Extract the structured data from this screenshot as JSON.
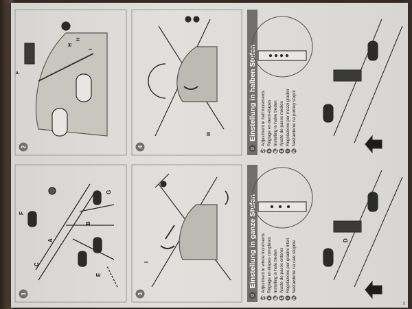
{
  "panels": [
    {
      "number": "1",
      "labels": [
        "C",
        "A",
        "F",
        "E",
        "B",
        "G"
      ]
    },
    {
      "number": "2",
      "labels": [
        "F",
        "H",
        "H",
        "I"
      ]
    },
    {
      "number": "3",
      "labels": [
        "I"
      ]
    },
    {
      "number": "4",
      "labels": [
        "III"
      ]
    }
  ],
  "sections": [
    {
      "badge": "D",
      "title": "Einstellung in ganze Stufen",
      "part_label": "D",
      "lines": [
        {
          "code": "GB",
          "text": "Adjustment in whole increments"
        },
        {
          "code": "F",
          "text": "Réglage en étapes complètes"
        },
        {
          "code": "NL",
          "text": "Instelling in hele treden"
        },
        {
          "code": "E",
          "text": "Ajuste de pasos enteros"
        },
        {
          "code": "I",
          "text": "Regolazione per gradini interi"
        },
        {
          "code": "PL",
          "text": "Nastawienie na całe stopnie"
        }
      ]
    },
    {
      "badge": "D",
      "title": "Einstellung in halben Stufen",
      "part_label": "",
      "lines": [
        {
          "code": "GB",
          "text": "Adjustment in half increments"
        },
        {
          "code": "F",
          "text": "Réglage en demi-étapes"
        },
        {
          "code": "NL",
          "text": "Instelling in halve treden"
        },
        {
          "code": "E",
          "text": "Ajuste de pasos medios"
        },
        {
          "code": "I",
          "text": "Regolazione per mezzi gradini"
        },
        {
          "code": "PL",
          "text": "Nastawienie na połowy stopni"
        }
      ]
    }
  ],
  "page_number": "9",
  "colors": {
    "header_bg": "#6f6f6f",
    "paper": "#dedcd8",
    "ink": "#1c1c1c",
    "badge": "#4d4d4d",
    "frame": "#8a8a8a"
  }
}
